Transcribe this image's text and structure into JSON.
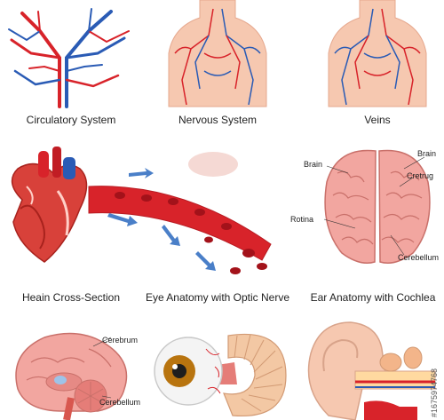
{
  "panels": [
    {
      "caption": "Circulatory System"
    },
    {
      "caption": "Nervous System"
    },
    {
      "caption": "Veins"
    },
    {
      "caption": "Heain Cross-Section"
    },
    {
      "caption": "Eye Anatomy with Optic Nerve"
    },
    {
      "caption": "Ear Anatomy with Cochlea"
    }
  ],
  "brain_top_labels": {
    "brain_left": "Brain",
    "brain_right": "Brain",
    "cretrug": "Cretrug",
    "rotina": "Rotina",
    "cerebellum": "Cerebellum"
  },
  "brain_side_labels": {
    "cerebrum": "Cerebrum",
    "cerebellum": "Cerebellum"
  },
  "stock_id": "#1675974768",
  "colors": {
    "artery": "#d8232a",
    "vein": "#2a5bb5",
    "skin": "#f6c8b0",
    "brain": "#f2a6a0",
    "eye_iris": "#b8740f"
  }
}
